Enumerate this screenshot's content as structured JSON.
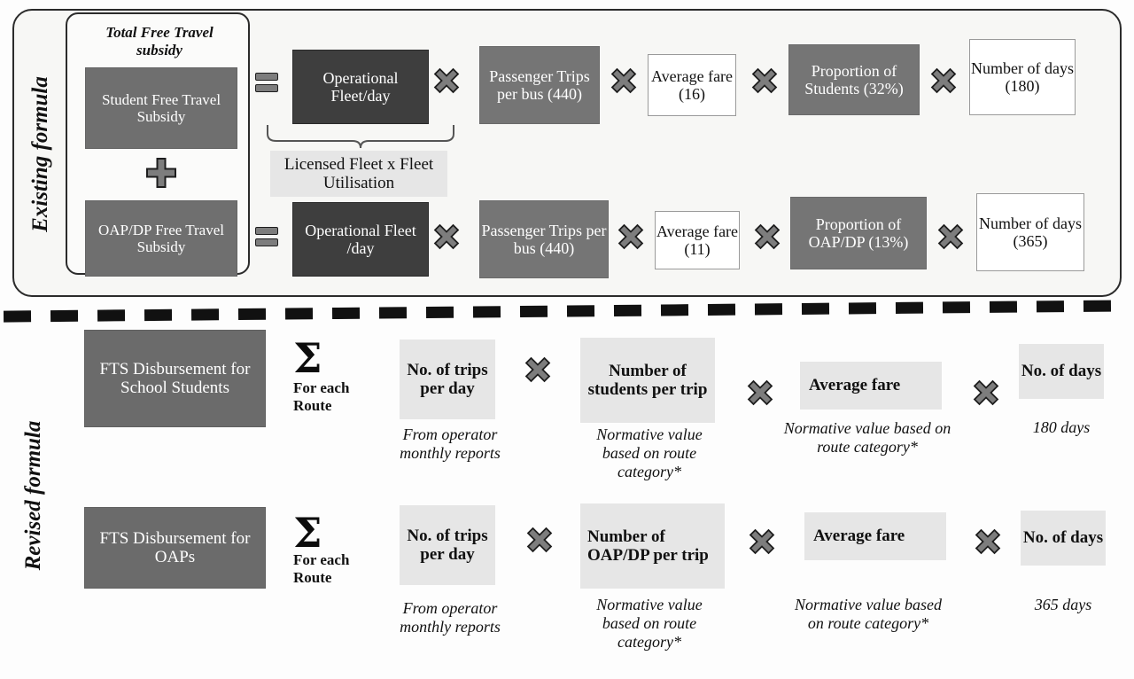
{
  "sections": {
    "existing": {
      "label": "Existing formula"
    },
    "revised": {
      "label": "Revised formula"
    }
  },
  "existing_formula": {
    "total_label": "Total Free Travel subsidy",
    "left_terms": [
      {
        "label": "Student Free Travel Subsidy"
      },
      {
        "label": "OAP/DP Free Travel Subsidy"
      }
    ],
    "plus_operator": "+",
    "equals_operator": "=",
    "multiply_operator": "×",
    "callout": "Licensed Fleet x Fleet Utilisation",
    "rows": [
      {
        "name": "student-row",
        "factors": [
          {
            "label": "Operational Fleet/day",
            "style": "dark"
          },
          {
            "label": "Passenger Trips per bus (440)",
            "style": "gray"
          },
          {
            "label": "Average fare (16)",
            "style": "white"
          },
          {
            "label": "Proportion of Students (32%)",
            "style": "gray"
          },
          {
            "label": "Number of days (180)",
            "style": "white"
          }
        ]
      },
      {
        "name": "oap-row",
        "factors": [
          {
            "label": "Operational Fleet /day",
            "style": "dark"
          },
          {
            "label": "Passenger Trips per bus (440)",
            "style": "gray"
          },
          {
            "label": "Average fare (11)",
            "style": "white"
          },
          {
            "label": "Proportion of OAP/DP (13%)",
            "style": "gray"
          },
          {
            "label": "Number of days (365)",
            "style": "white"
          }
        ]
      }
    ]
  },
  "revised_formula": {
    "sigma_symbol": "Σ",
    "sigma_caption": "For each Route",
    "multiply_operator": "×",
    "rows": [
      {
        "name": "school-students-row",
        "result": "FTS Disbursement for School Students",
        "factors": [
          {
            "label": "No. of trips per day",
            "caption": "From operator monthly reports"
          },
          {
            "label": "Number of students per trip",
            "caption": "Normative value based on route category*"
          },
          {
            "label": "Average fare",
            "caption": "Normative value based on route category*"
          },
          {
            "label": "No. of days",
            "caption": "180 days"
          }
        ]
      },
      {
        "name": "oaps-row",
        "result": "FTS Disbursement for OAPs",
        "factors": [
          {
            "label": "No. of trips per day",
            "caption": "From operator monthly reports"
          },
          {
            "label": "Number of OAP/DP per trip",
            "caption": "Normative value based on route category*"
          },
          {
            "label": "Average fare",
            "caption": "Normative value based on route category*"
          },
          {
            "label": "No. of days",
            "caption": "365 days"
          }
        ]
      }
    ]
  },
  "colors": {
    "dark_box": "#3e3e3e",
    "gray_box": "#757575",
    "light_box": "#e6e6e6",
    "white_box": "#ffffff",
    "operator": "#7d7d7d",
    "outline": "#1d1d1d"
  }
}
